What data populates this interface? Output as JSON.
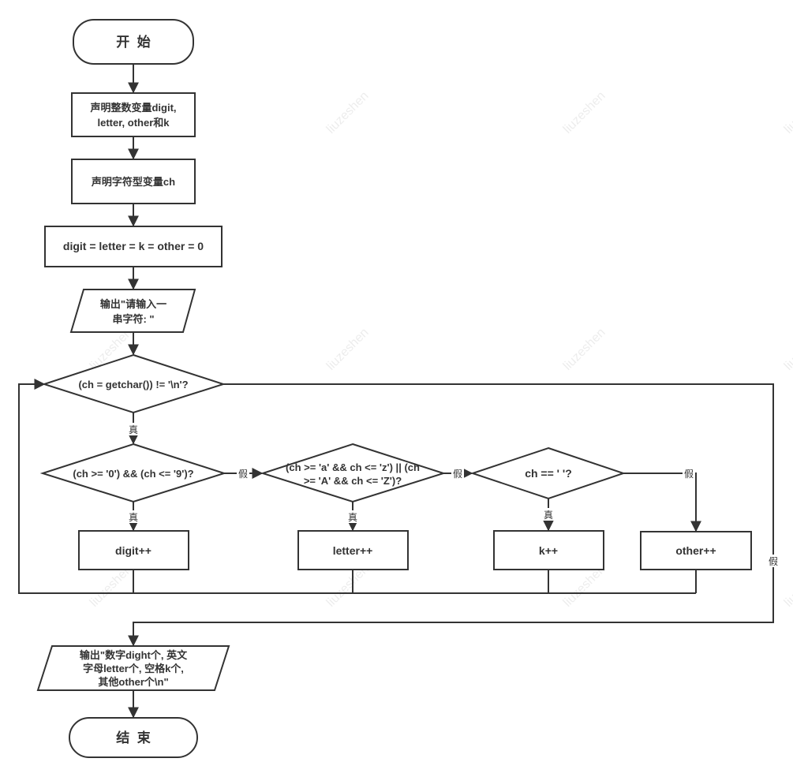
{
  "nodes": {
    "start": "开  始",
    "decl1": [
      "声明整数变量digit,",
      "letter, other和k"
    ],
    "decl2": "声明字符型变量ch",
    "init": "digit = letter = k = other = 0",
    "prompt": [
      "输出\"请输入一",
      "串字符: \""
    ],
    "loop": "(ch = getchar()) != '\\n'?",
    "isDigit": "(ch >= '0') && (ch <= '9')?",
    "isLetter": [
      "(ch >= 'a' && ch <= 'z') || (ch",
      ">= 'A' && ch <= 'Z')?"
    ],
    "isSpace": "ch == ' '?",
    "digitInc": "digit++",
    "letterInc": "letter++",
    "kInc": "k++",
    "otherInc": "other++",
    "output": [
      "输出\"数字dight个, 英文",
      "字母letter个, 空格k个,",
      "其他other个\\n\""
    ],
    "end": "结  束"
  },
  "edge_labels": {
    "true": "真",
    "false": "假"
  },
  "watermark": "liuzeshen"
}
